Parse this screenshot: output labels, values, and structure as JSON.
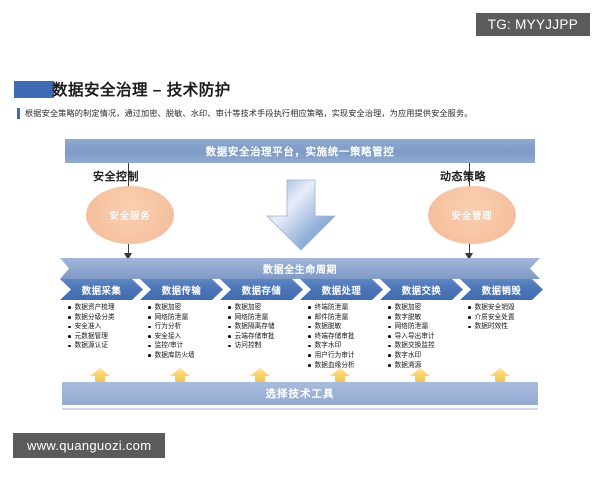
{
  "watermarks": {
    "tg_badge": "TG: MYYJJPP",
    "site_badge": "www.quanguozi.com"
  },
  "header": {
    "title": "数据安全治理 – 技术防护",
    "subtitle": "根据安全策略的制定情况，通过加密、脱敏、水印、审计等技术手段执行相应策略，实现安全治理，为应用提供安全服务。",
    "accent_color": "#3d6cb4"
  },
  "platform": {
    "banner_label": "数据安全治理平台，实施统一策略管控",
    "banner_color": "#8aa4cc"
  },
  "sides": {
    "left_label": "安全控制",
    "right_label": "动态策略",
    "left_oval": "安全服务",
    "right_oval": "安全管理",
    "oval_color": "#f5c2a0"
  },
  "center": {
    "arrow_icon": "down-arrow-icon",
    "arrow_color": "#7b9bd0"
  },
  "lifecycle": {
    "band_label": "数据全生命周期",
    "chevron_color": "#4a74b6",
    "stages": [
      {
        "label": "数据采集",
        "items": [
          "数据资产梳理",
          "数据分级分类",
          "安全准入",
          "元数据管理",
          "数据源认证"
        ]
      },
      {
        "label": "数据传输",
        "items": [
          "数据加密",
          "网络防泄漏",
          "行为分析",
          "安全接入",
          "监控/审计",
          "数据库防火墙"
        ]
      },
      {
        "label": "数据存储",
        "items": [
          "数据加密",
          "网络防泄漏",
          "数据隔离存储",
          "云端存储审批",
          "访问控制"
        ]
      },
      {
        "label": "数据处理",
        "items": [
          "终端防泄漏",
          "邮件防泄漏",
          "数据脱敏",
          "终端存储审批",
          "数字水印",
          "用户行为审计",
          "数据血缘分析"
        ]
      },
      {
        "label": "数据交换",
        "items": [
          "数据加密",
          "数字脱敏",
          "网络防泄漏",
          "导入导出审计",
          "数据交换监控",
          "数字水印",
          "数据溯源"
        ]
      },
      {
        "label": "数据销毁",
        "items": [
          "数据安全销毁",
          "介质安全处置",
          "数据时效性"
        ]
      }
    ]
  },
  "tools": {
    "bar_label": "选择技术工具",
    "bar_color": "#93a9d0",
    "arrow_icon": "up-arrow-icon",
    "arrow_color": "#f5cf6a",
    "arrow_count": 6
  }
}
